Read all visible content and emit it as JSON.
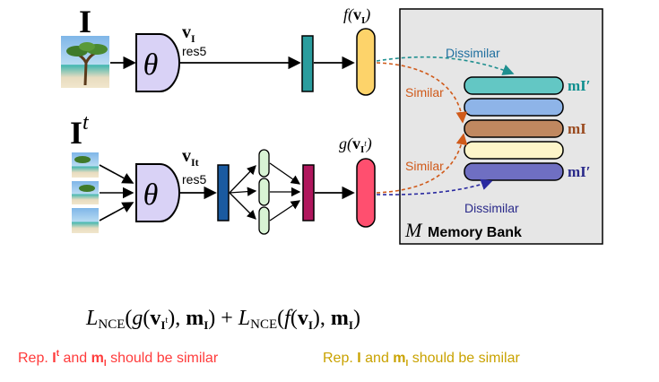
{
  "top_branch": {
    "image_label": "I",
    "theta": "θ",
    "feature_label_main": "v",
    "feature_label_sub": "I",
    "res_label": "res5",
    "projection_label": "f(vI)"
  },
  "bottom_branch": {
    "image_label": "I",
    "image_label_sup": "t",
    "theta": "θ",
    "feature_label_main": "v",
    "feature_label_sub": "It",
    "res_label": "res5",
    "projection_label": "g(vIt)"
  },
  "memory_bank": {
    "title_symbol": "M",
    "title": "Memory Bank",
    "entries": [
      {
        "fill": "#63c7c4",
        "label": "mI′",
        "label_color": "#0f8f8f"
      },
      {
        "fill": "#8eb4e8",
        "label": "",
        "label_color": ""
      },
      {
        "fill": "#c08860",
        "label": "mI",
        "label_color": "#9a4a1f"
      },
      {
        "fill": "#fdf5c9",
        "label": "",
        "label_color": ""
      },
      {
        "fill": "#6f6fc2",
        "label": "mI′",
        "label_color": "#2a2a8a"
      }
    ],
    "arrows": {
      "top_dissimilar": "Dissimilar",
      "top_similar": "Similar",
      "bottom_similar": "Similar",
      "bottom_dissimilar": "Dissimilar"
    }
  },
  "equation": {
    "text": "LNCE(g(vIt), mI) + LNCE(f(vI), mI)"
  },
  "captions": {
    "left": "Rep. It and mI should be similar",
    "left_color": "#ff3b3b",
    "right": "Rep. I and mI should be similar",
    "right_color": "#c9a200"
  },
  "colors": {
    "theta_fill": "#d9d2f6",
    "feature_top": "#2a9d9e",
    "feature_bottom": "#1a5aa0",
    "hidden_nodes": "#d8f3d4",
    "second_feature": "#b0175d",
    "proj_top": "#fdd36a",
    "proj_bottom": "#ff4f6f",
    "memory_bg": "#e6e6e6",
    "dissimilar_top": "#1f8f8f",
    "similar": "#d05a1a",
    "dissimilar_bottom": "#2a2aa0"
  }
}
